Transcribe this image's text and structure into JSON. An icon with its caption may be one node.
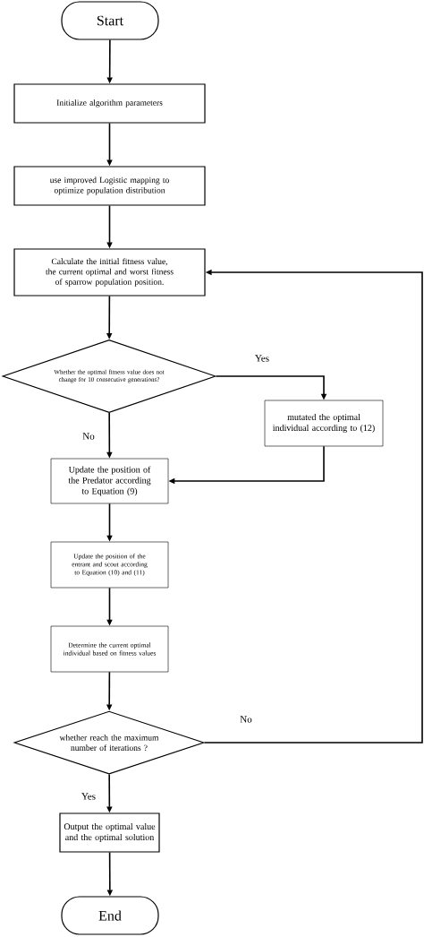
{
  "diagram": {
    "nodes": [
      {
        "text": [
          "Start"
        ]
      },
      {
        "text": [
          "Initialize algorithm parameters"
        ]
      },
      {
        "text": [
          "use improved Logistic mapping to optimize population distribution"
        ]
      },
      {
        "text": [
          "Calculate the initial fitness value, the current optimal and worst fitness of sparrow population position."
        ]
      },
      {
        "text": [
          "Whether the optimal fitness value does not change for 10 consecutive generations?"
        ]
      },
      {
        "text": [
          "mutated the optimal individual according to (12)"
        ]
      },
      {
        "text": [
          "Update the position of the Predator according to Equation (9)"
        ]
      },
      {
        "text": [
          "Update the position of the entrant and scout according to Equation (10) and (11)"
        ]
      },
      {
        "text": [
          "Determine the current optimal individual based on fitness values"
        ]
      },
      {
        "text": [
          "whether reach the maximum number of iterations ?"
        ]
      },
      {
        "text": [
          "Output the optimal value and the optimal solution"
        ]
      },
      {
        "text": [
          "End"
        ]
      }
    ],
    "edges": [
      {
        "from": 0,
        "to": 1,
        "arrow": "to"
      },
      {
        "from": 1,
        "to": 2,
        "arrow": "to"
      },
      {
        "from": 2,
        "to": 3,
        "arrow": "to"
      },
      {
        "from": 3,
        "to": 4,
        "arrow": "to"
      },
      {
        "from": 4,
        "to": 5,
        "arrow": "to",
        "label": "Yes"
      },
      {
        "from": 4,
        "to": 6,
        "arrow": "to",
        "label": "No"
      },
      {
        "from": 5,
        "to": 6,
        "arrow": "to"
      },
      {
        "from": 6,
        "to": 7,
        "arrow": "to"
      },
      {
        "from": 7,
        "to": 8,
        "arrow": "to"
      },
      {
        "from": 8,
        "to": 9,
        "arrow": "to"
      },
      {
        "from": 9,
        "to": 3,
        "arrow": "to",
        "label": "No"
      },
      {
        "from": 9,
        "to": 10,
        "arrow": "to",
        "label": "Yes"
      },
      {
        "from": 10,
        "to": 11,
        "arrow": "to"
      }
    ]
  }
}
